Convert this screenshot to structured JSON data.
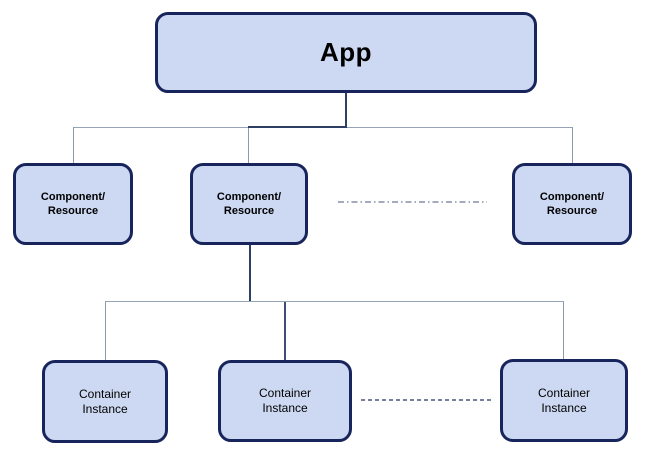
{
  "diagram": {
    "description": "App component hierarchy diagram",
    "nodes": {
      "app": {
        "label": "App"
      },
      "components": [
        {
          "line1": "Component/",
          "line2": "Resource"
        },
        {
          "line1": "Component/",
          "line2": "Resource"
        },
        {
          "line1": "Component/",
          "line2": "Resource"
        }
      ],
      "containers": [
        {
          "line1": "Container",
          "line2": "Instance"
        },
        {
          "line1": "Container",
          "line2": "Instance"
        },
        {
          "line1": "Container",
          "line2": "Instance"
        }
      ]
    },
    "ellipsis_lines": [
      {
        "between": "component-2 and component-3",
        "style": "dash-dot"
      },
      {
        "between": "container-2 and container-3",
        "style": "dashed"
      }
    ],
    "colors": {
      "background": "#ffffff",
      "node_fill": "#cdd9f2",
      "node_border": "#17255c",
      "text": "#000000",
      "connector_dark": "#2e3f66",
      "connector_light": "#97a3b8",
      "dashdot_line": "#878ea6",
      "dashed_line": "#4a5578"
    }
  }
}
